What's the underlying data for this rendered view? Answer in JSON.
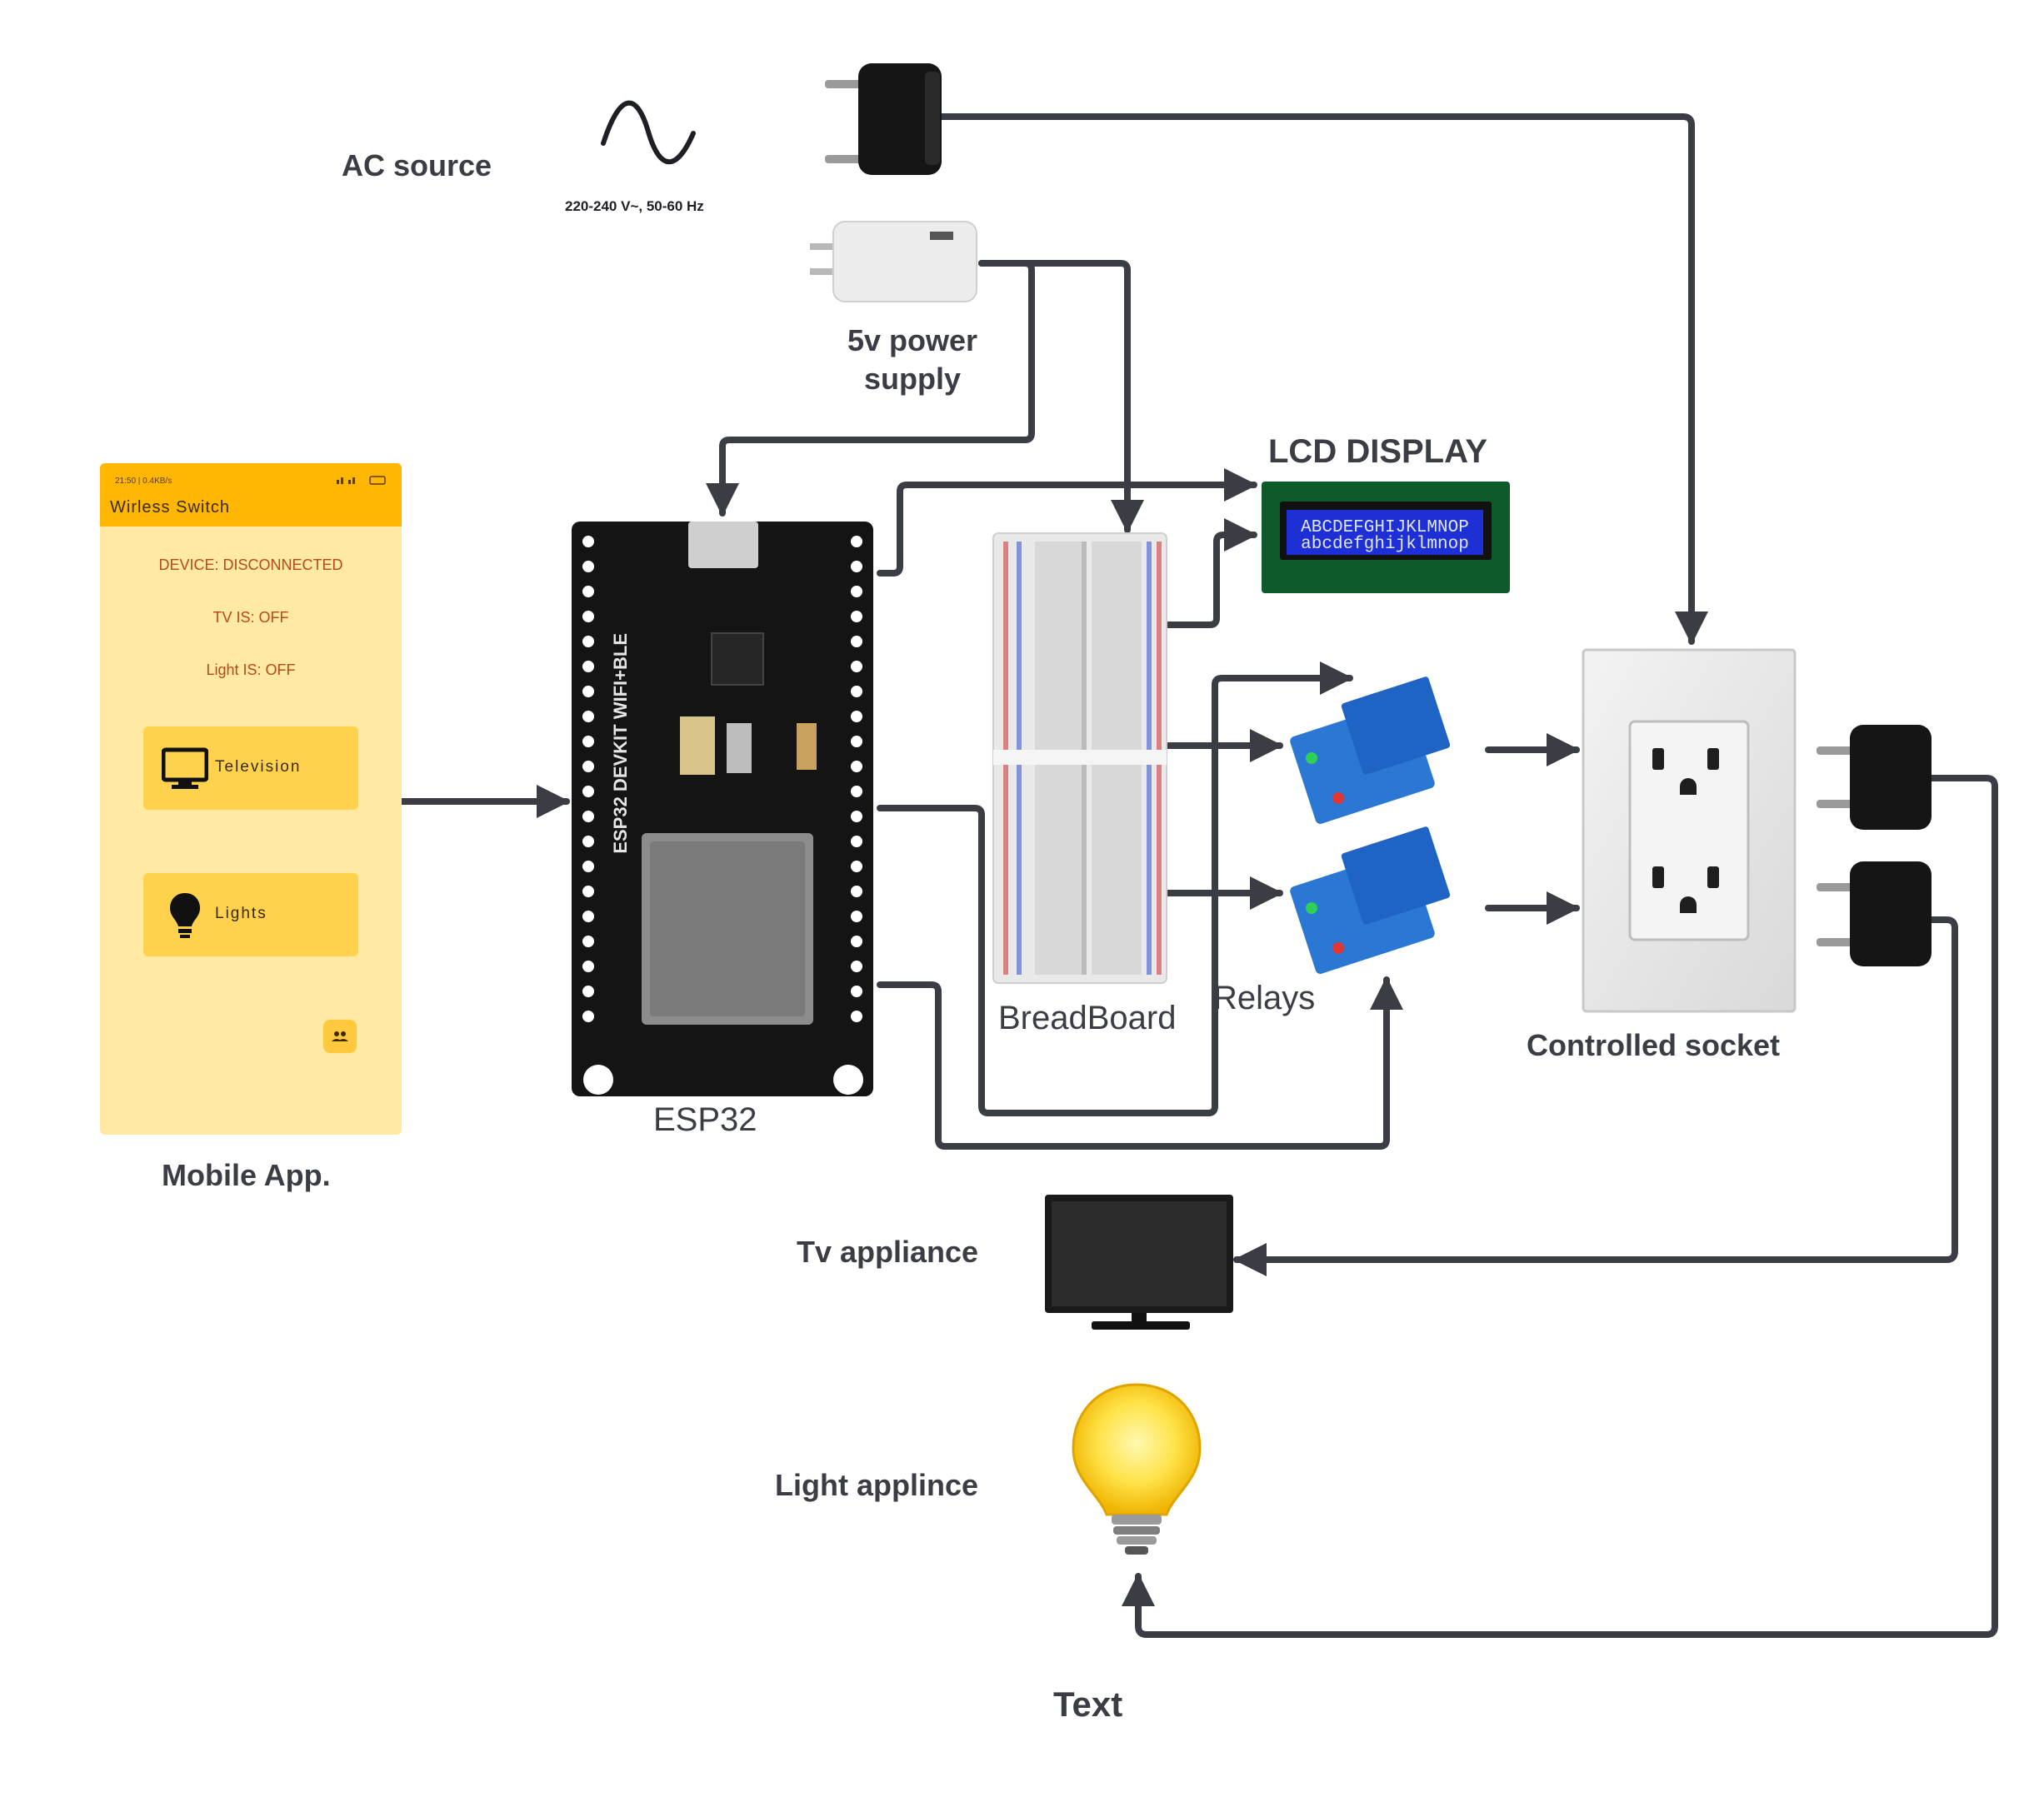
{
  "labels": {
    "ac_source": "AC source",
    "ac_spec": "220-240 V~, 50-60 Hz",
    "power_supply": "5v power\nsupply",
    "lcd_display": "LCD DISPLAY",
    "lcd_line1": "ABCDEFGHIJKLMNOP",
    "lcd_line2": "abcdefghijklmnop",
    "esp32": "ESP32",
    "esp32_silk": "ESP32 DEVKIT WIFI+BLE",
    "breadboard": "BreadBoard",
    "relays": "Relays",
    "controlled_socket": "Controlled socket",
    "mobile_app": "Mobile App.",
    "tv_appliance": "Tv appliance",
    "light_appliance": "Light applince",
    "footer": "Text"
  },
  "app": {
    "status_left": "21:50 | 0.4KB/s",
    "status_right": "",
    "title": "Wirless Switch",
    "device_status": "DEVICE: DISCONNECTED",
    "tv_status": "TV IS: OFF",
    "light_status": "Light IS: OFF",
    "tv_button": "Television",
    "lights_button": "Lights"
  },
  "colors": {
    "wire": "#3a3d44",
    "app_bar": "#ffb703",
    "app_bg": "#ffe9a3",
    "app_button": "#ffd24d",
    "status_text": "#b8481c",
    "lcd_bg": "#1e2fd6",
    "pcb_green": "#0f5a2a",
    "relay_blue": "#2a78d4"
  },
  "icons": [
    "sine-wave-icon",
    "plug-icon",
    "usb-charger-icon",
    "tv-icon",
    "bulb-icon",
    "people-icon"
  ]
}
